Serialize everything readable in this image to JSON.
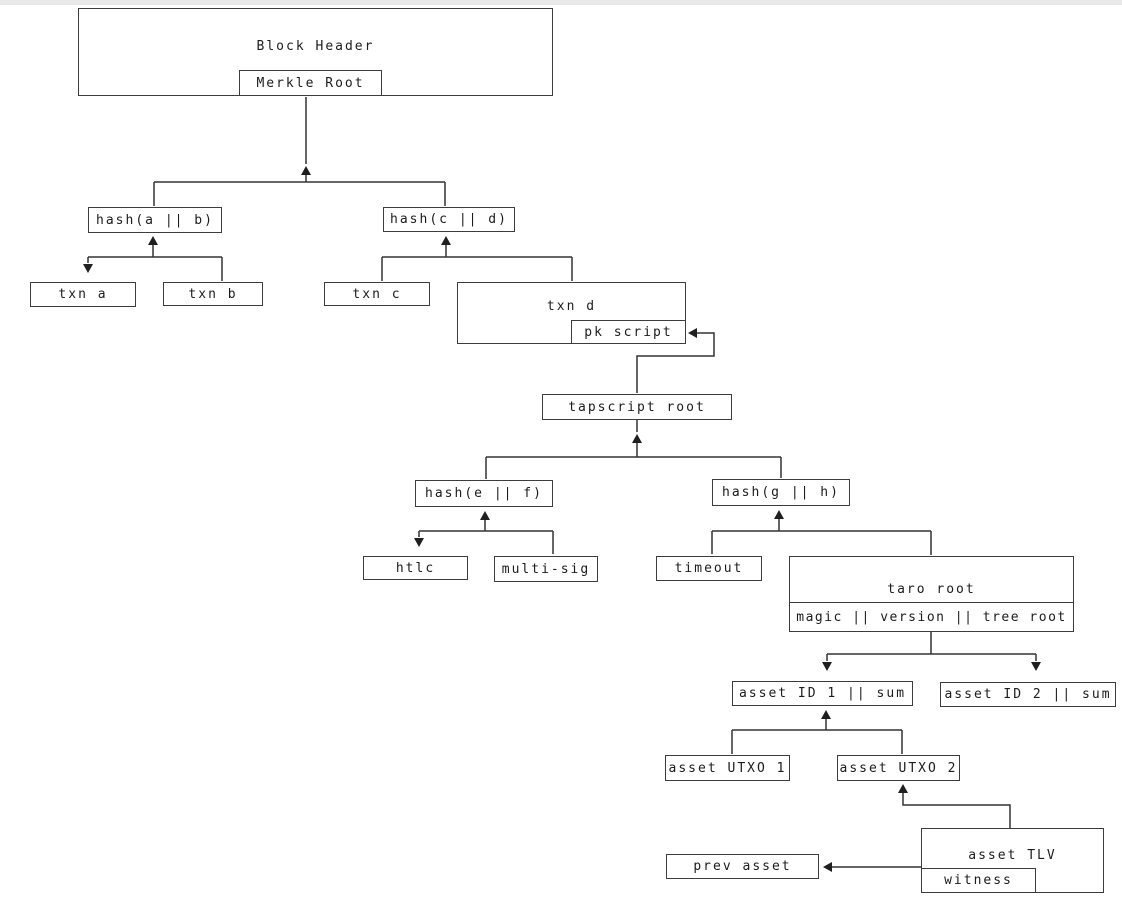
{
  "colors": {
    "line": "#333333",
    "text": "#1c1c1c",
    "border": "#3c3c3c",
    "background": "#ffffff"
  },
  "diagram": {
    "nodes": {
      "block_header": {
        "label": "Block Header"
      },
      "merkle_root": {
        "label": "Merkle Root"
      },
      "hash_ab": {
        "label": "hash(a || b)"
      },
      "hash_cd": {
        "label": "hash(c || d)"
      },
      "txn_a": {
        "label": "txn a"
      },
      "txn_b": {
        "label": "txn b"
      },
      "txn_c": {
        "label": "txn c"
      },
      "txn_d": {
        "label": "txn d"
      },
      "pk_script": {
        "label": "pk script"
      },
      "tapscript_root": {
        "label": "tapscript root"
      },
      "hash_ef": {
        "label": "hash(e || f)"
      },
      "hash_gh": {
        "label": "hash(g || h)"
      },
      "htlc": {
        "label": "htlc"
      },
      "multi_sig": {
        "label": "multi-sig"
      },
      "timeout": {
        "label": "timeout"
      },
      "taro_root": {
        "label": "taro root"
      },
      "taro_root_row": {
        "label": "magic || version || tree root"
      },
      "asset_id_1": {
        "label": "asset ID 1 || sum"
      },
      "asset_id_2": {
        "label": "asset ID 2 || sum"
      },
      "asset_utxo_1": {
        "label": "asset UTXO 1"
      },
      "asset_utxo_2": {
        "label": "asset UTXO 2"
      },
      "asset_tlv": {
        "label": "asset TLV"
      },
      "witness": {
        "label": "witness"
      },
      "prev_asset": {
        "label": "prev asset"
      }
    },
    "containment": [
      {
        "parent": "block_header",
        "child": "merkle_root"
      },
      {
        "parent": "txn_d",
        "child": "pk_script"
      },
      {
        "parent": "taro_root",
        "child": "taro_root_row"
      },
      {
        "parent": "asset_tlv",
        "child": "witness"
      }
    ],
    "connections": [
      {
        "parent": "merkle_root",
        "children": [
          "hash_ab",
          "hash_cd"
        ],
        "arrowheads": [
          "up-to-parent"
        ]
      },
      {
        "parent": "hash_ab",
        "children": [
          "txn_a",
          "txn_b"
        ],
        "arrowheads": [
          "up-to-parent",
          "down-to-txn_a"
        ]
      },
      {
        "parent": "hash_cd",
        "children": [
          "txn_c",
          "txn_d"
        ],
        "arrowheads": [
          "up-to-parent"
        ]
      },
      {
        "parent": "pk_script",
        "children": [
          "tapscript_root"
        ],
        "arrowheads": [
          "left-into-pk_script"
        ]
      },
      {
        "parent": "tapscript_root",
        "children": [
          "hash_ef",
          "hash_gh"
        ],
        "arrowheads": [
          "up-to-parent"
        ]
      },
      {
        "parent": "hash_ef",
        "children": [
          "htlc",
          "multi_sig"
        ],
        "arrowheads": [
          "up-to-parent",
          "down-to-htlc"
        ]
      },
      {
        "parent": "hash_gh",
        "children": [
          "timeout",
          "taro_root"
        ],
        "arrowheads": [
          "up-to-parent"
        ]
      },
      {
        "parent": "taro_root",
        "children": [
          "asset_id_1",
          "asset_id_2"
        ],
        "arrowheads": [
          "down-to-asset_id_1",
          "down-to-asset_id_2"
        ]
      },
      {
        "parent": "asset_id_1",
        "children": [
          "asset_utxo_1",
          "asset_utxo_2"
        ],
        "arrowheads": [
          "up-to-parent"
        ]
      },
      {
        "parent": "asset_utxo_2",
        "children": [
          "asset_tlv"
        ],
        "arrowheads": [
          "up-into-asset_utxo_2"
        ]
      },
      {
        "parent": "prev_asset",
        "children": [
          "witness"
        ],
        "arrowheads": [
          "left-into-prev_asset"
        ]
      }
    ]
  }
}
